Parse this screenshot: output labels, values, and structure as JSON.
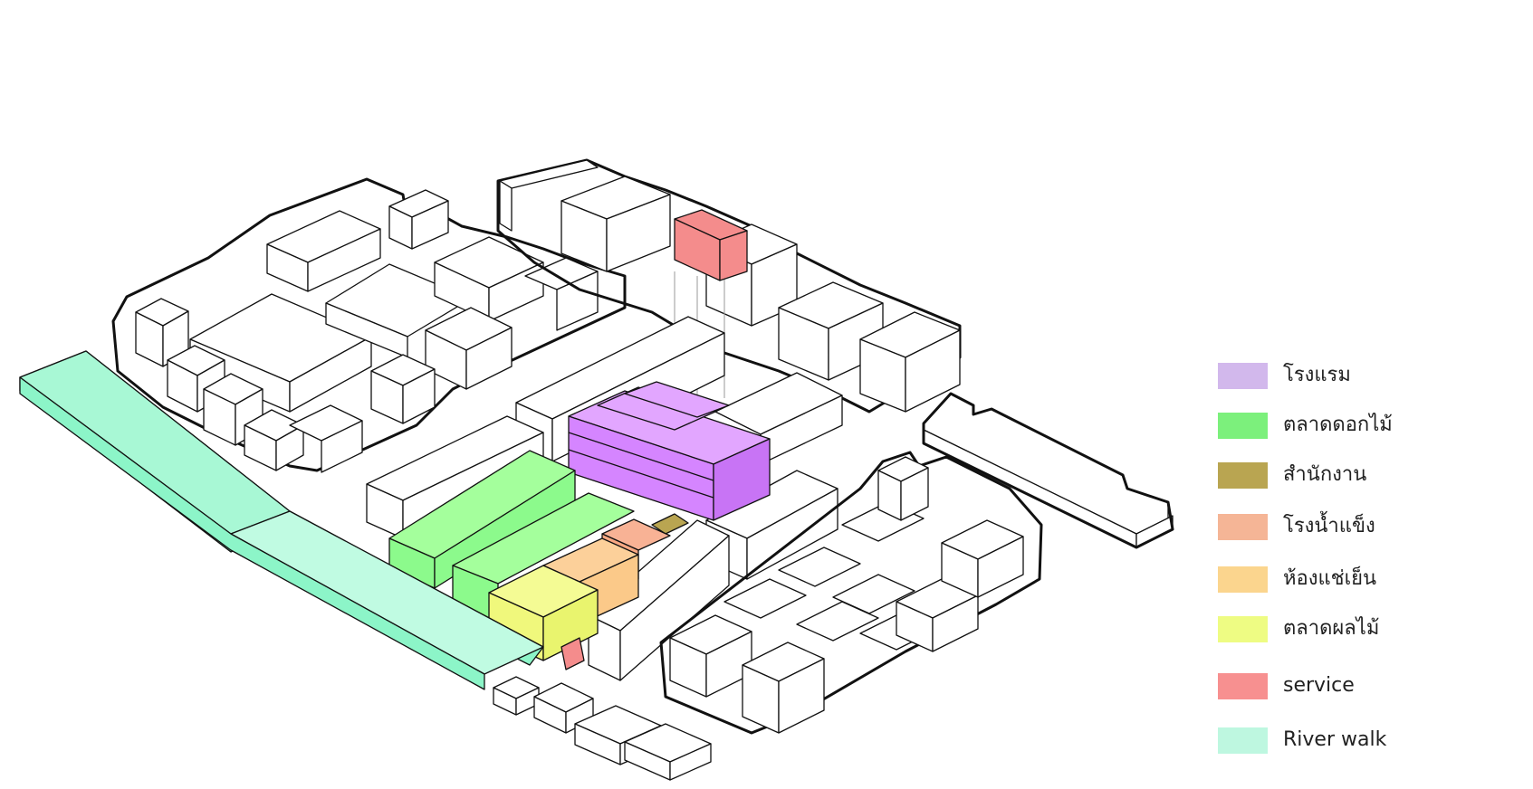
{
  "legend": {
    "items": [
      {
        "label": "โรงแรม",
        "color": "#d2b8ec"
      },
      {
        "label": "ตลาดดอกไม้",
        "color": "#7cf07c"
      },
      {
        "label": "สำนักงาน",
        "color": "#b9a551"
      },
      {
        "label": "โรงน้ำแข็ง",
        "color": "#f5b596"
      },
      {
        "label": "ห้องแช่เย็น",
        "color": "#fbd58e"
      },
      {
        "label": "ตลาดผลไม้",
        "color": "#eefc83"
      },
      {
        "label": "service",
        "color": "#f79090"
      },
      {
        "label": "River walk",
        "color": "#bef7e0"
      }
    ]
  },
  "diagram_colors": {
    "building": "#ffffff",
    "outline": "#111111",
    "hotel_massing": "#d585ff",
    "flower_market_massing": "#8cfa8c",
    "office_massing": "#b9a551",
    "ice_factory_massing": "#f8a882",
    "cold_storage_massing": "#fbc989",
    "fruit_market_massing": "#f0f87c",
    "service_massing": "#f48c8c",
    "river_walk_massing": "#8cf5c8"
  }
}
